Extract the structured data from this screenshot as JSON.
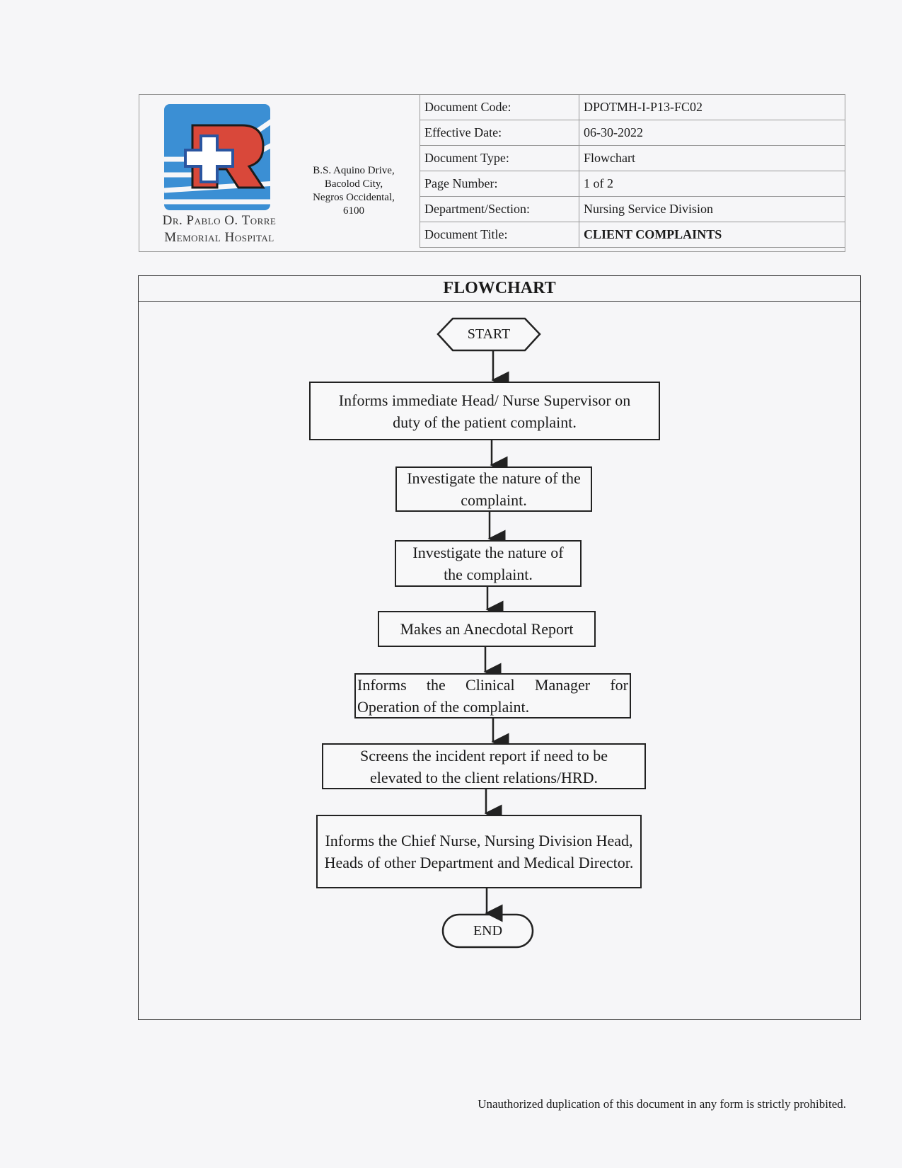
{
  "header": {
    "hospital_name_line1": "Dr. Pablo O. Torre",
    "hospital_name_line2": "Memorial Hospital",
    "address": [
      "B.S. Aquino Drive,",
      "Bacolod City,",
      "Negros Occidental,",
      "6100"
    ],
    "fields": [
      {
        "label": "Document Code:",
        "value": "DPOTMH-I-P13-FC02"
      },
      {
        "label": "Effective Date:",
        "value": "06-30-2022"
      },
      {
        "label": "Document Type:",
        "value": "Flowchart"
      },
      {
        "label": "Page Number:",
        "value": "1 of 2"
      },
      {
        "label": "Department/Section:",
        "value": "Nursing Service Division"
      },
      {
        "label": "Document Title:",
        "value": "CLIENT COMPLAINTS"
      }
    ],
    "colors": {
      "blue": "#3b8fd4",
      "red": "#d9483a",
      "dark": "#1c1c1c"
    }
  },
  "flowchart": {
    "title": "FLOWCHART",
    "start": "START",
    "steps": [
      "Informs immediate Head/ Nurse Supervisor on duty of the patient complaint.",
      "Investigate the nature of the complaint.",
      "Investigate the nature of the complaint.",
      "Makes an Anecdotal Report",
      "Informs the Clinical Manager for Operation of the complaint.",
      "Screens the incident report if need to be elevated to the client relations/HRD.",
      "Informs the Chief Nurse, Nursing Division Head, Heads of other Department and Medical Director."
    ],
    "end": "END"
  },
  "footer": {
    "notice": "Unauthorized duplication of this document in any form is strictly prohibited."
  }
}
